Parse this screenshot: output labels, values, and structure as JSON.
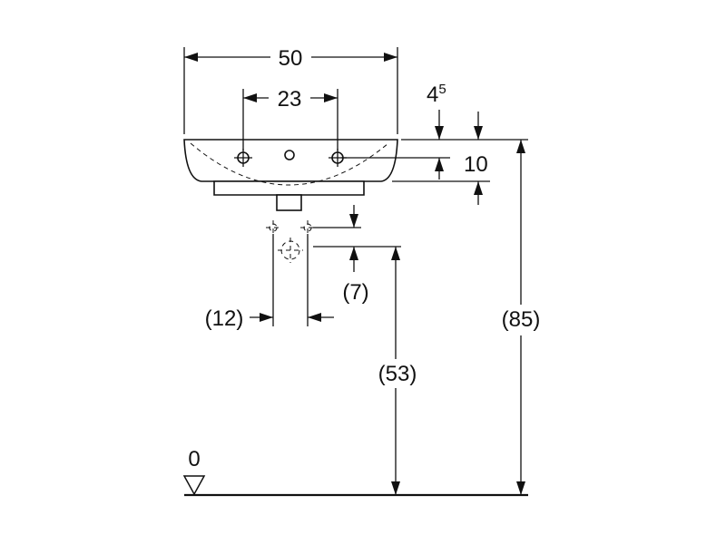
{
  "dimensions": {
    "basin_width": "50",
    "tap_hole_spacing": "23",
    "rim_offset_base": "4",
    "rim_offset_sup": "5",
    "rim_thickness": "10",
    "trap_offset": "(7)",
    "trap_spacing": "(12)",
    "waste_height": "(53)",
    "rim_height": "(85)",
    "floor_level": "0"
  }
}
